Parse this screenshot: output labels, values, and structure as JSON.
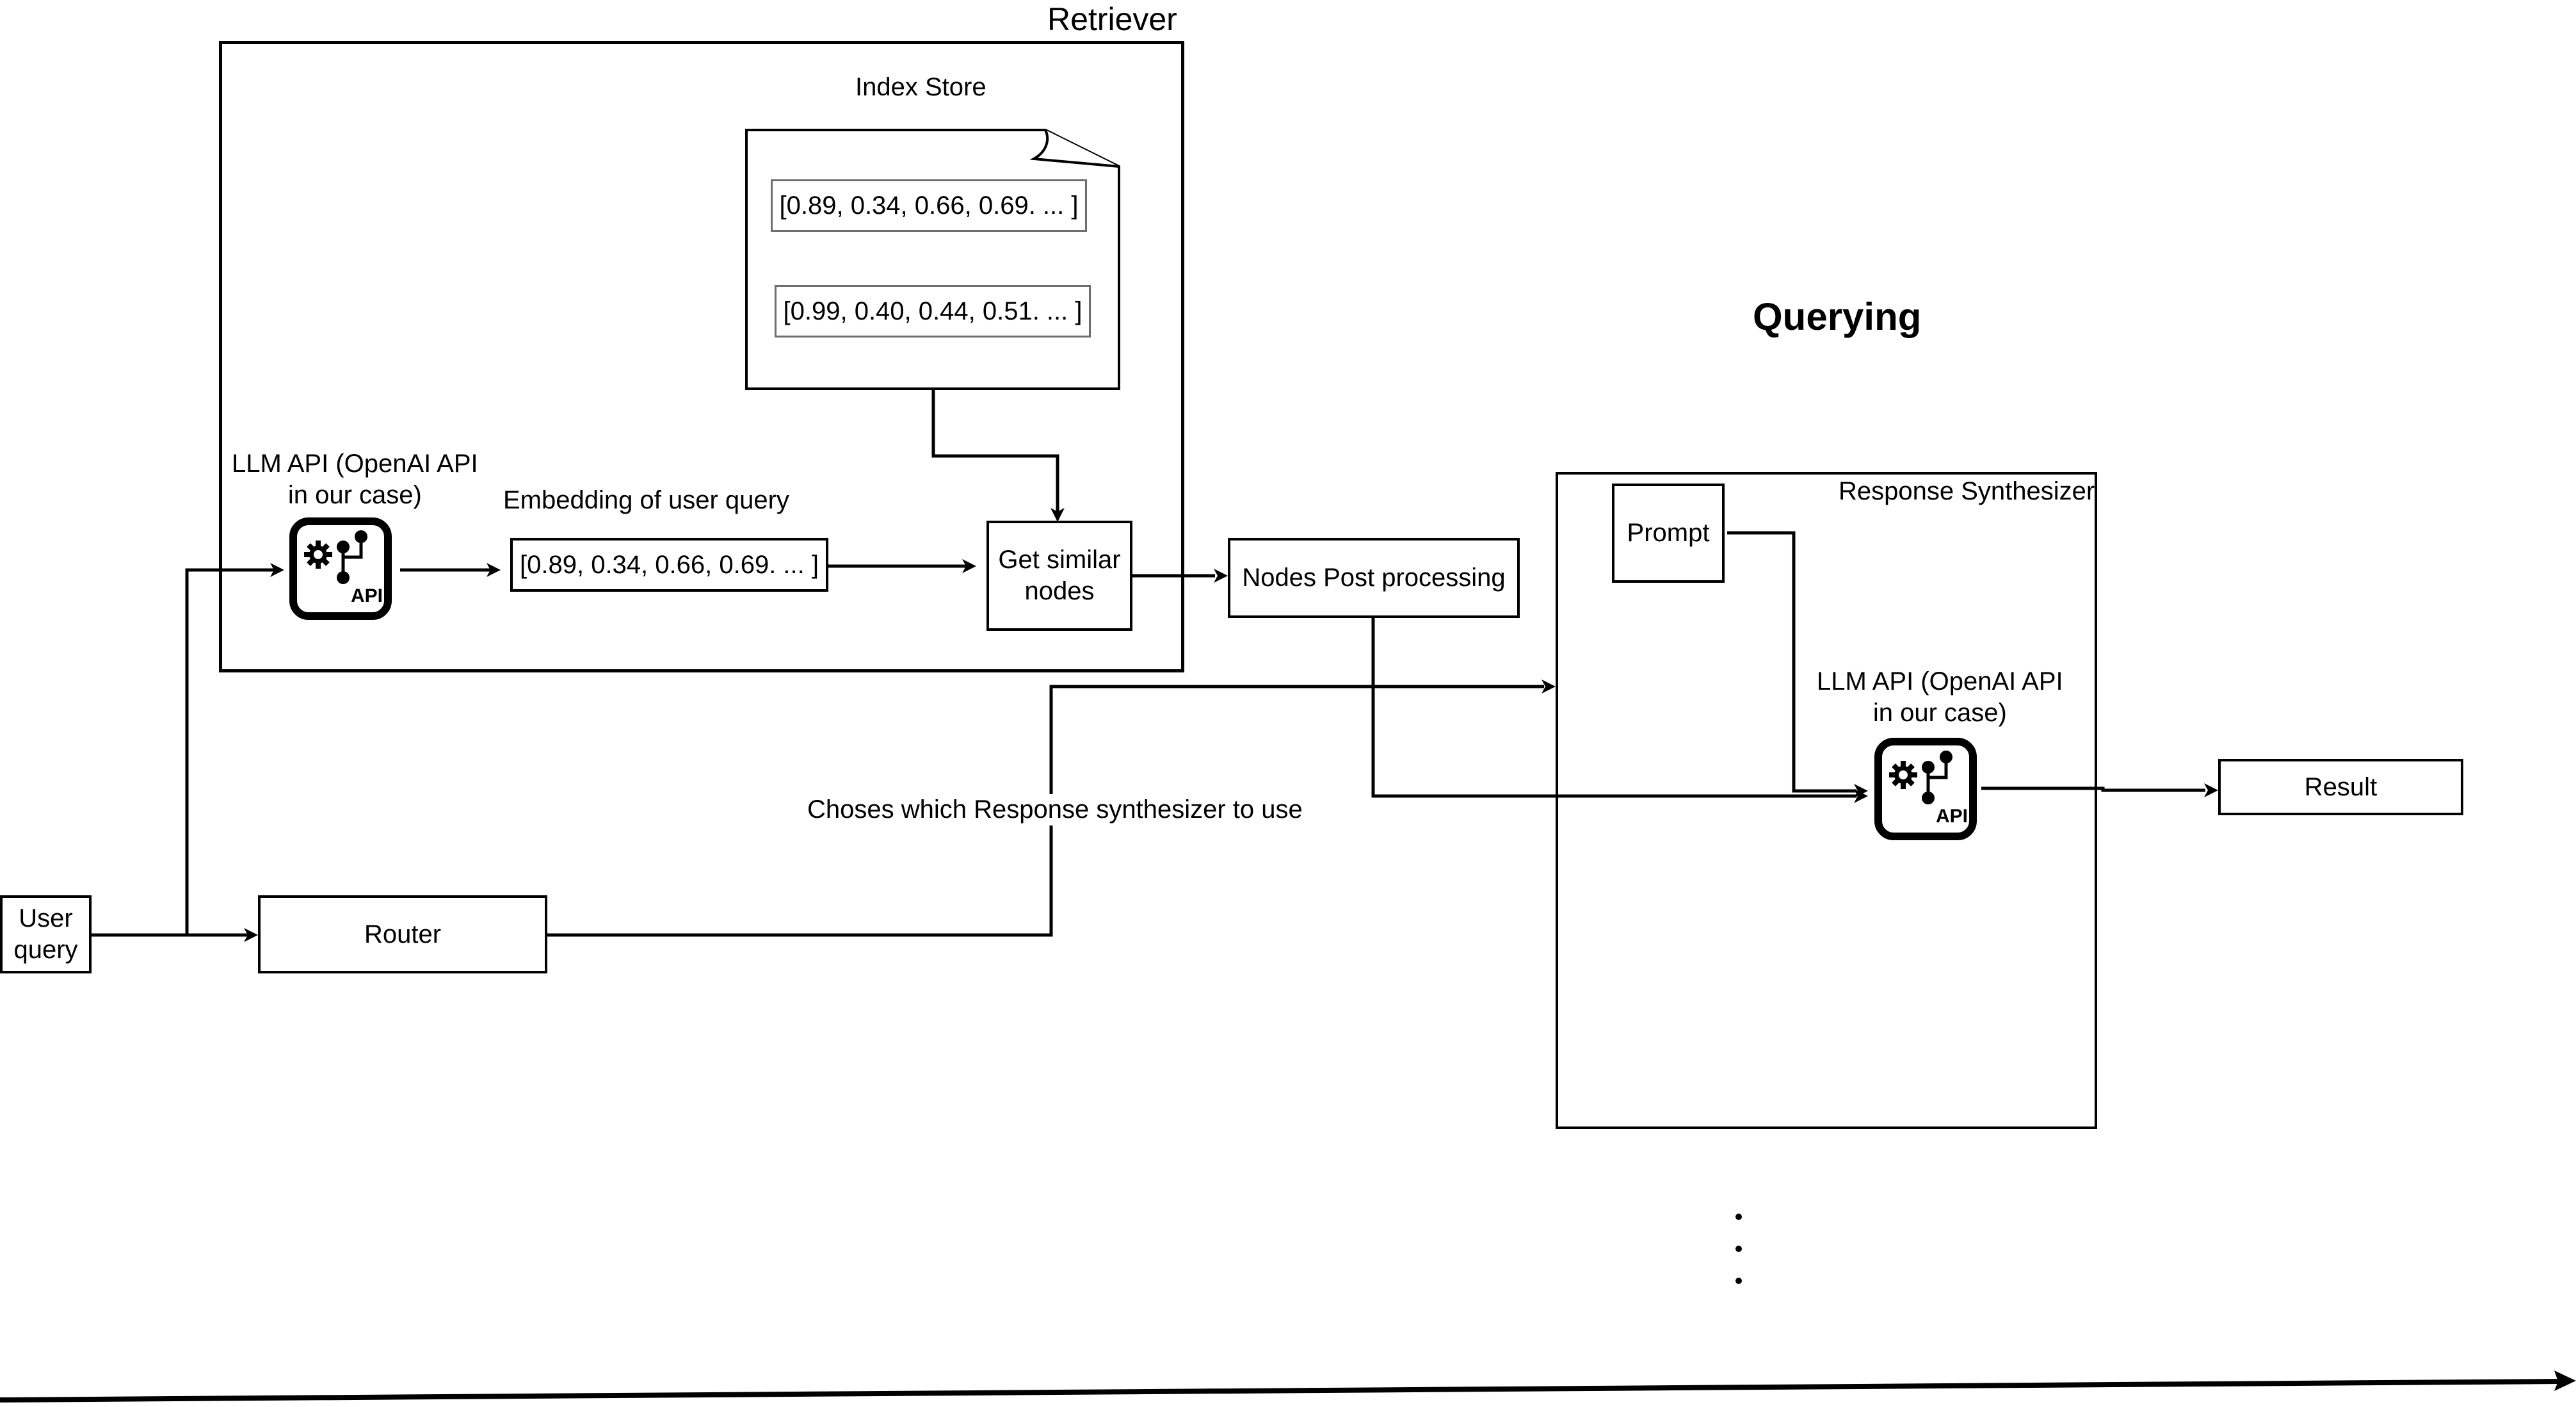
{
  "diagram": {
    "title": "Querying",
    "retriever": {
      "label": "Retriever",
      "index_store": {
        "label": "Index Store",
        "vectors": [
          "[0.89, 0.34, 0.66, 0.69. ...  ]",
          "[0.99, 0.40, 0.44, 0.51. ...  ]"
        ]
      },
      "llm_api": {
        "label_line1": "LLM API (OpenAI API",
        "label_line2": "in our case)",
        "icon": "api-gear-network-icon",
        "icon_text": "API"
      },
      "embedding": {
        "label": "Embedding of user query",
        "value": "[0.89, 0.34, 0.66, 0.69. ...  ]"
      },
      "get_similar_nodes": {
        "line1": "Get similar",
        "line2": "nodes"
      }
    },
    "nodes_post_processing": {
      "label": "Nodes Post processing"
    },
    "user_query": {
      "line1": "User",
      "line2": "query"
    },
    "router": {
      "label": "Router"
    },
    "router_annotation": "Choses which Response synthesizer to use",
    "response_synthesizer": {
      "label": "Response Synthesizer",
      "prompt": {
        "label": "Prompt"
      },
      "llm_api": {
        "label_line1": "LLM API (OpenAI API",
        "label_line2": "in our case)",
        "icon": "api-gear-network-icon",
        "icon_text": "API"
      }
    },
    "result": {
      "label": "Result"
    },
    "more_indicator": "vertical-ellipsis",
    "timeline": "time-arrow"
  }
}
